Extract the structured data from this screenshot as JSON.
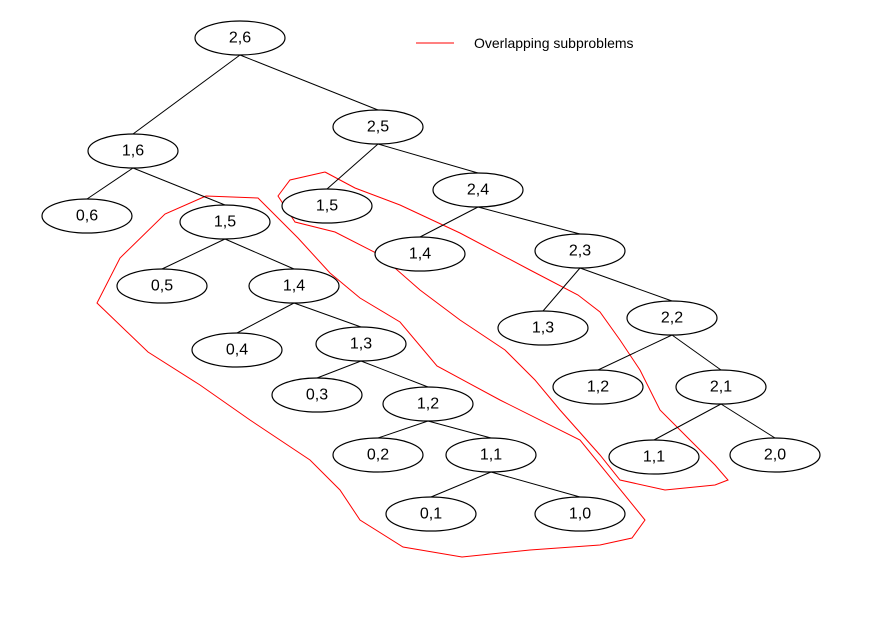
{
  "legend": {
    "label": "Overlapping subproblems",
    "color": "#ff0000"
  },
  "colors": {
    "node_stroke": "#000000",
    "edge": "#000000",
    "highlight": "#ff0000",
    "background": "#ffffff"
  },
  "nodes": [
    {
      "id": "n26",
      "label": "2,6"
    },
    {
      "id": "n16",
      "label": "1,6"
    },
    {
      "id": "n25",
      "label": "2,5"
    },
    {
      "id": "n06",
      "label": "0,6"
    },
    {
      "id": "n15a",
      "label": "1,5"
    },
    {
      "id": "n15b",
      "label": "1,5"
    },
    {
      "id": "n24",
      "label": "2,4"
    },
    {
      "id": "n05",
      "label": "0,5"
    },
    {
      "id": "n14a",
      "label": "1,4"
    },
    {
      "id": "n14b",
      "label": "1,4"
    },
    {
      "id": "n23",
      "label": "2,3"
    },
    {
      "id": "n04",
      "label": "0,4"
    },
    {
      "id": "n13a",
      "label": "1,3"
    },
    {
      "id": "n13b",
      "label": "1,3"
    },
    {
      "id": "n22",
      "label": "2,2"
    },
    {
      "id": "n03",
      "label": "0,3"
    },
    {
      "id": "n12a",
      "label": "1,2"
    },
    {
      "id": "n12b",
      "label": "1,2"
    },
    {
      "id": "n21",
      "label": "2,1"
    },
    {
      "id": "n02",
      "label": "0,2"
    },
    {
      "id": "n11a",
      "label": "1,1"
    },
    {
      "id": "n11b",
      "label": "1,1"
    },
    {
      "id": "n20",
      "label": "2,0"
    },
    {
      "id": "n01",
      "label": "0,1"
    },
    {
      "id": "n10",
      "label": "1,0"
    }
  ],
  "edges": [
    [
      "n26",
      "n16"
    ],
    [
      "n26",
      "n25"
    ],
    [
      "n16",
      "n06"
    ],
    [
      "n16",
      "n15a"
    ],
    [
      "n25",
      "n15b"
    ],
    [
      "n25",
      "n24"
    ],
    [
      "n15a",
      "n05"
    ],
    [
      "n15a",
      "n14a"
    ],
    [
      "n24",
      "n14b"
    ],
    [
      "n24",
      "n23"
    ],
    [
      "n14a",
      "n04"
    ],
    [
      "n14a",
      "n13a"
    ],
    [
      "n23",
      "n13b"
    ],
    [
      "n23",
      "n22"
    ],
    [
      "n13a",
      "n03"
    ],
    [
      "n13a",
      "n12a"
    ],
    [
      "n22",
      "n12b"
    ],
    [
      "n22",
      "n21"
    ],
    [
      "n12a",
      "n02"
    ],
    [
      "n12a",
      "n11a"
    ],
    [
      "n21",
      "n11b"
    ],
    [
      "n21",
      "n20"
    ],
    [
      "n11a",
      "n01"
    ],
    [
      "n11a",
      "n10"
    ]
  ]
}
